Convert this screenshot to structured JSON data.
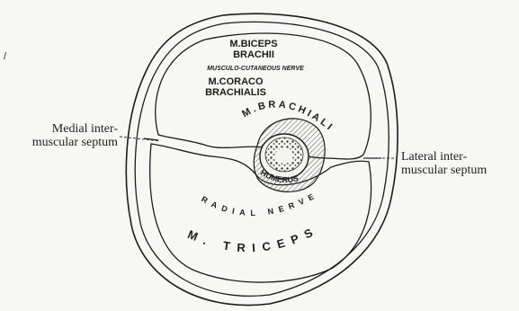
{
  "labels": {
    "medial_line1": "Medial inter-",
    "medial_line2": "muscular septum",
    "lateral_line1": "Lateral inter-",
    "lateral_line2": "muscular septum",
    "biceps_line1": "M.BICEPS",
    "biceps_line2": "BRACHII",
    "musculocutaneous_nerve": "MUSCULO-CUTANEOUS NERVE",
    "coraco_line1": "M.CORACO",
    "coraco_line2": "BRACHIALIS",
    "brachialis": "M.BRACHIALIS",
    "humerus": "HUMERUS",
    "radial_nerve": "RADIAL NERVE",
    "triceps": "M. TRICEPS",
    "margin_mark": "/"
  },
  "colors": {
    "background": "#f7f7f3",
    "ink": "#1c1c1c",
    "hatch": "#555555"
  }
}
